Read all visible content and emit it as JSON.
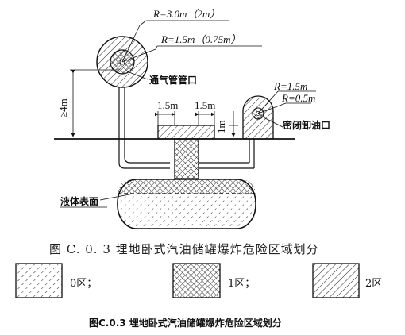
{
  "labels": {
    "r_outer_vent": "R=3.0m（2m）",
    "r_inner_vent": "R=1.5m（0.75m）",
    "vent_pipe": "通气管管口",
    "height_min": "≥4m",
    "dim_left": "1.5m",
    "dim_right": "1.5m",
    "dim_depth": "1m",
    "r_outer_unload": "R=1.5m",
    "r_inner_unload": "R=0.5m",
    "sealed_unload": "密闭卸油口",
    "liquid_surface": "液体表面"
  },
  "figure_caption": "图 C. 0. 3   埋地卧式汽油储罐爆炸危险区域划分",
  "legend": [
    {
      "label": "0区；",
      "pattern": "zone0-dashed-hatch"
    },
    {
      "label": "1区；",
      "pattern": "zone1-crosshatch"
    },
    {
      "label": "2区",
      "pattern": "zone2-hatch"
    }
  ],
  "footer_caption": "图C.0.3  埋地卧式汽油储罐爆炸危险区域划分"
}
